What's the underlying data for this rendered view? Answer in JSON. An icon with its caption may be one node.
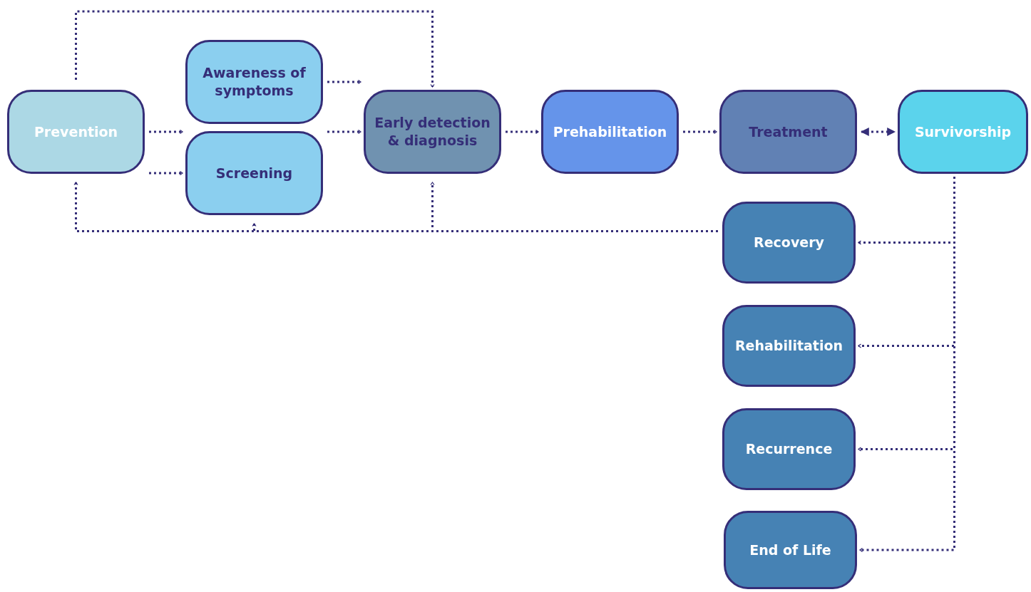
{
  "diagram": {
    "nodes": [
      {
        "text": [
          "Prevention"
        ]
      },
      {
        "text": [
          "Awareness of symptoms"
        ]
      },
      {
        "text": [
          "Screening"
        ]
      },
      {
        "text": [
          "Early detection & diagnosis"
        ]
      },
      {
        "text": [
          "Prehabilitation"
        ]
      },
      {
        "text": [
          "Treatment"
        ]
      },
      {
        "text": [
          "Survivorship"
        ]
      },
      {
        "text": [
          "Recovery"
        ]
      },
      {
        "text": [
          "Rehabilitation"
        ]
      },
      {
        "text": [
          "Recurrence"
        ]
      },
      {
        "text": [
          "End of Life"
        ]
      }
    ],
    "edges": [
      {
        "from": 0,
        "to": 1,
        "arrow": "to"
      },
      {
        "from": 0,
        "to": 2,
        "arrow": "to"
      },
      {
        "from": 1,
        "to": 3,
        "arrow": "to"
      },
      {
        "from": 2,
        "to": 3,
        "arrow": "to"
      },
      {
        "from": 3,
        "to": 4,
        "arrow": "to"
      },
      {
        "from": 4,
        "to": 5,
        "arrow": "to"
      },
      {
        "from": 5,
        "to": 6,
        "arrow": "both"
      },
      {
        "from": 0,
        "to": 3,
        "arrow": "to"
      },
      {
        "from": 6,
        "to": 7,
        "arrow": "to"
      },
      {
        "from": 6,
        "to": 8,
        "arrow": "to"
      },
      {
        "from": 6,
        "to": 9,
        "arrow": "to"
      },
      {
        "from": 6,
        "to": 10,
        "arrow": "to"
      },
      {
        "from": 7,
        "to": 0,
        "arrow": "to"
      },
      {
        "from": 7,
        "to": 2,
        "arrow": "to"
      },
      {
        "from": 7,
        "to": 3,
        "arrow": "to"
      }
    ]
  }
}
